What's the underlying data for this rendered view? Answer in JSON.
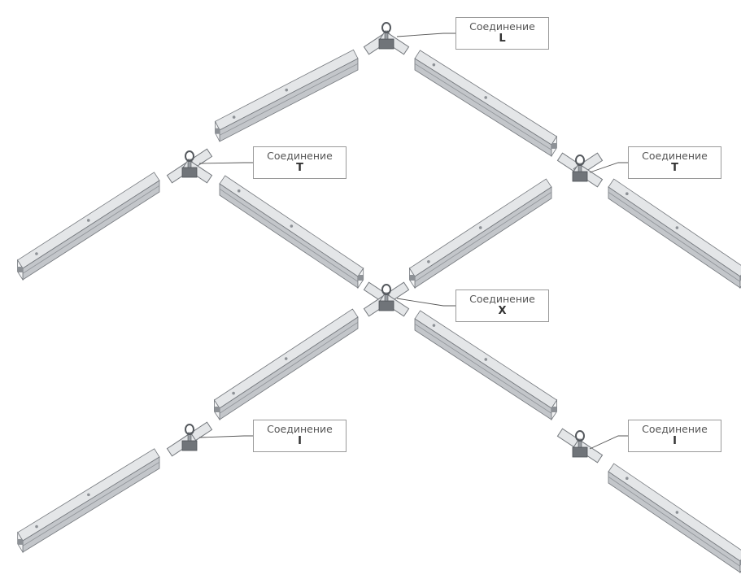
{
  "colors": {
    "rail_top": "#e4e6e8",
    "rail_side": "#c3c6ca",
    "rail_dark": "#8d9196",
    "outline": "#74787d",
    "leader": "#555555",
    "label_border": "#9a9a9a"
  },
  "callouts": [
    {
      "title": "Соединение",
      "type": "L"
    },
    {
      "title": "Соединение",
      "type": "T"
    },
    {
      "title": "Соединение",
      "type": "T"
    },
    {
      "title": "Соединение",
      "type": "X"
    },
    {
      "title": "Соединение",
      "type": "I"
    },
    {
      "title": "Соединение",
      "type": "I"
    }
  ]
}
